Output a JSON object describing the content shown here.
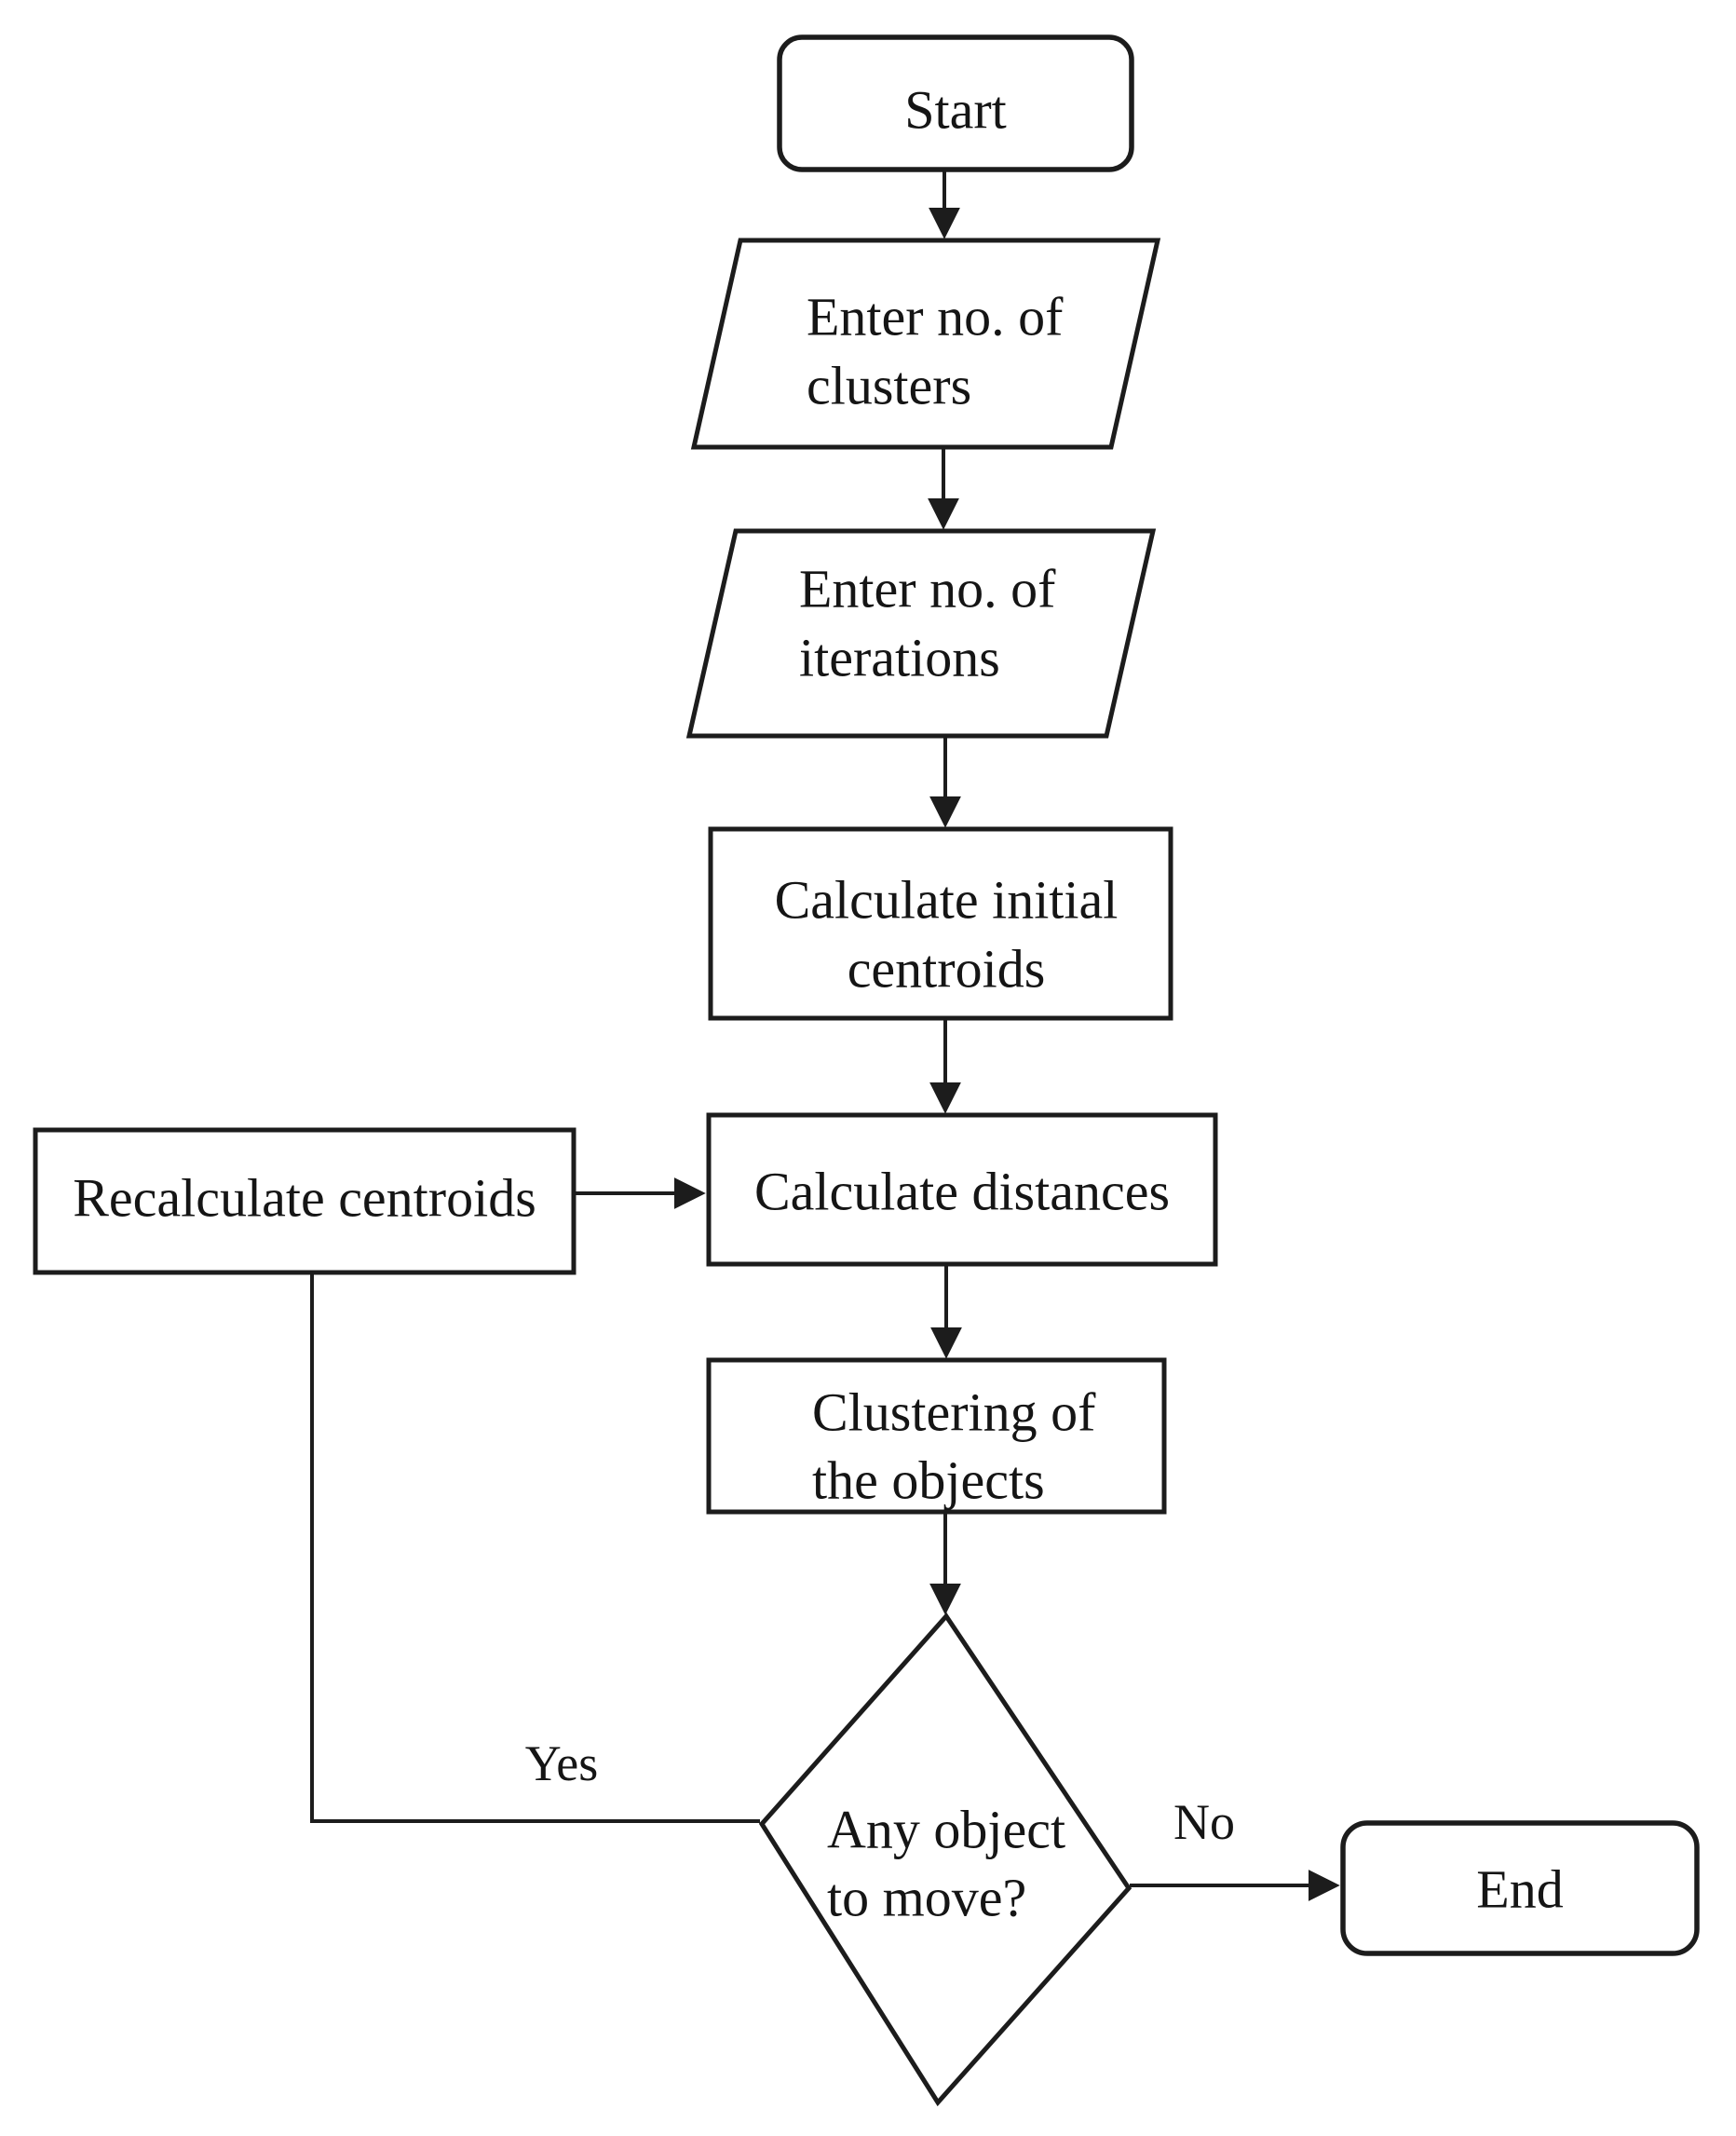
{
  "flowchart": {
    "type": "flowchart",
    "description": "K-means clustering algorithm flowchart",
    "colors": {
      "background": "#ffffff",
      "stroke": "#1c1c1c",
      "text": "#151515",
      "shape_fill": "#ffffff"
    },
    "nodes": {
      "start": {
        "shape": "terminator",
        "label": "Start"
      },
      "enter_clusters": {
        "shape": "input-parallelogram",
        "lines": [
          "Enter no. of",
          "clusters"
        ]
      },
      "enter_iterations": {
        "shape": "input-parallelogram",
        "lines": [
          "Enter no. of",
          "iterations"
        ]
      },
      "calculate_initial_centroids": {
        "shape": "process-rectangle",
        "lines": [
          "Calculate initial",
          "centroids"
        ]
      },
      "recalculate_centroids": {
        "shape": "process-rectangle",
        "label": "Recalculate centroids"
      },
      "calculate_distances": {
        "shape": "process-rectangle",
        "label": "Calculate distances"
      },
      "clustering_of_objects": {
        "shape": "process-rectangle",
        "lines": [
          "Clustering of",
          "the objects"
        ]
      },
      "any_object_to_move": {
        "shape": "decision-diamond",
        "lines": [
          "Any object",
          "to move?"
        ]
      },
      "end": {
        "shape": "terminator",
        "label": "End"
      }
    },
    "edges": [
      {
        "from": "start",
        "to": "enter_clusters",
        "label": ""
      },
      {
        "from": "enter_clusters",
        "to": "enter_iterations",
        "label": ""
      },
      {
        "from": "enter_iterations",
        "to": "calculate_initial_centroids",
        "label": ""
      },
      {
        "from": "calculate_initial_centroids",
        "to": "calculate_distances",
        "label": ""
      },
      {
        "from": "recalculate_centroids",
        "to": "calculate_distances",
        "label": ""
      },
      {
        "from": "calculate_distances",
        "to": "clustering_of_objects",
        "label": ""
      },
      {
        "from": "clustering_of_objects",
        "to": "any_object_to_move",
        "label": ""
      },
      {
        "from": "any_object_to_move",
        "to": "recalculate_centroids",
        "label": "Yes"
      },
      {
        "from": "any_object_to_move",
        "to": "end",
        "label": "No"
      }
    ]
  }
}
